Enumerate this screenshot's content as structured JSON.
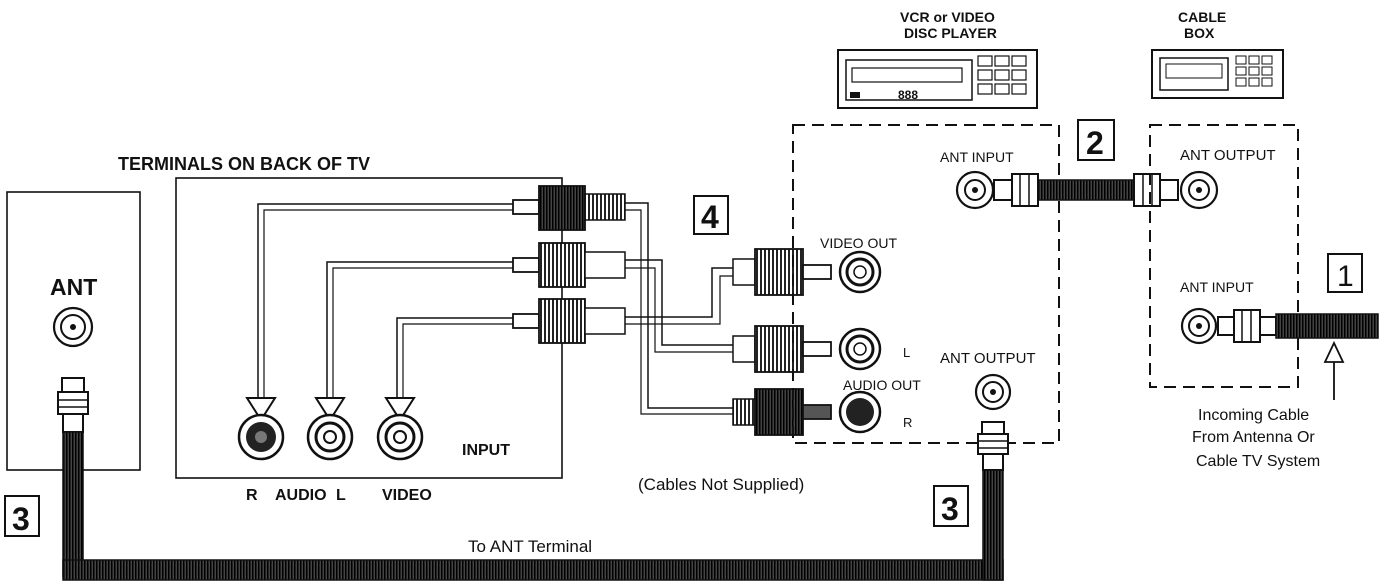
{
  "labels": {
    "tv_terminals": "TERMINALS ON BACK OF TV",
    "ant": "ANT",
    "input": "INPUT",
    "r": "R",
    "audio": "AUDIO",
    "l": "L",
    "video": "VIDEO",
    "vcr_title_1": "VCR or VIDEO",
    "vcr_title_2": "DISC PLAYER",
    "vcr_display": "888",
    "cable_box_1": "CABLE",
    "cable_box_2": "BOX",
    "vcr_ant_input": "ANT INPUT",
    "video_out": "VIDEO  OUT",
    "audio_out": "AUDIO OUT",
    "vcr_l": "L",
    "vcr_r": "R",
    "vcr_ant_output": "ANT OUTPUT",
    "box_ant_output": "ANT OUTPUT",
    "box_ant_input": "ANT INPUT",
    "incoming_1": "Incoming Cable",
    "incoming_2": "From Antenna Or",
    "incoming_3": "Cable TV System",
    "cables_note": "(Cables Not Supplied)",
    "to_ant": "To ANT Terminal"
  },
  "steps": {
    "one": "1",
    "two": "2",
    "three_left": "3",
    "three_right": "3",
    "four": "4"
  }
}
